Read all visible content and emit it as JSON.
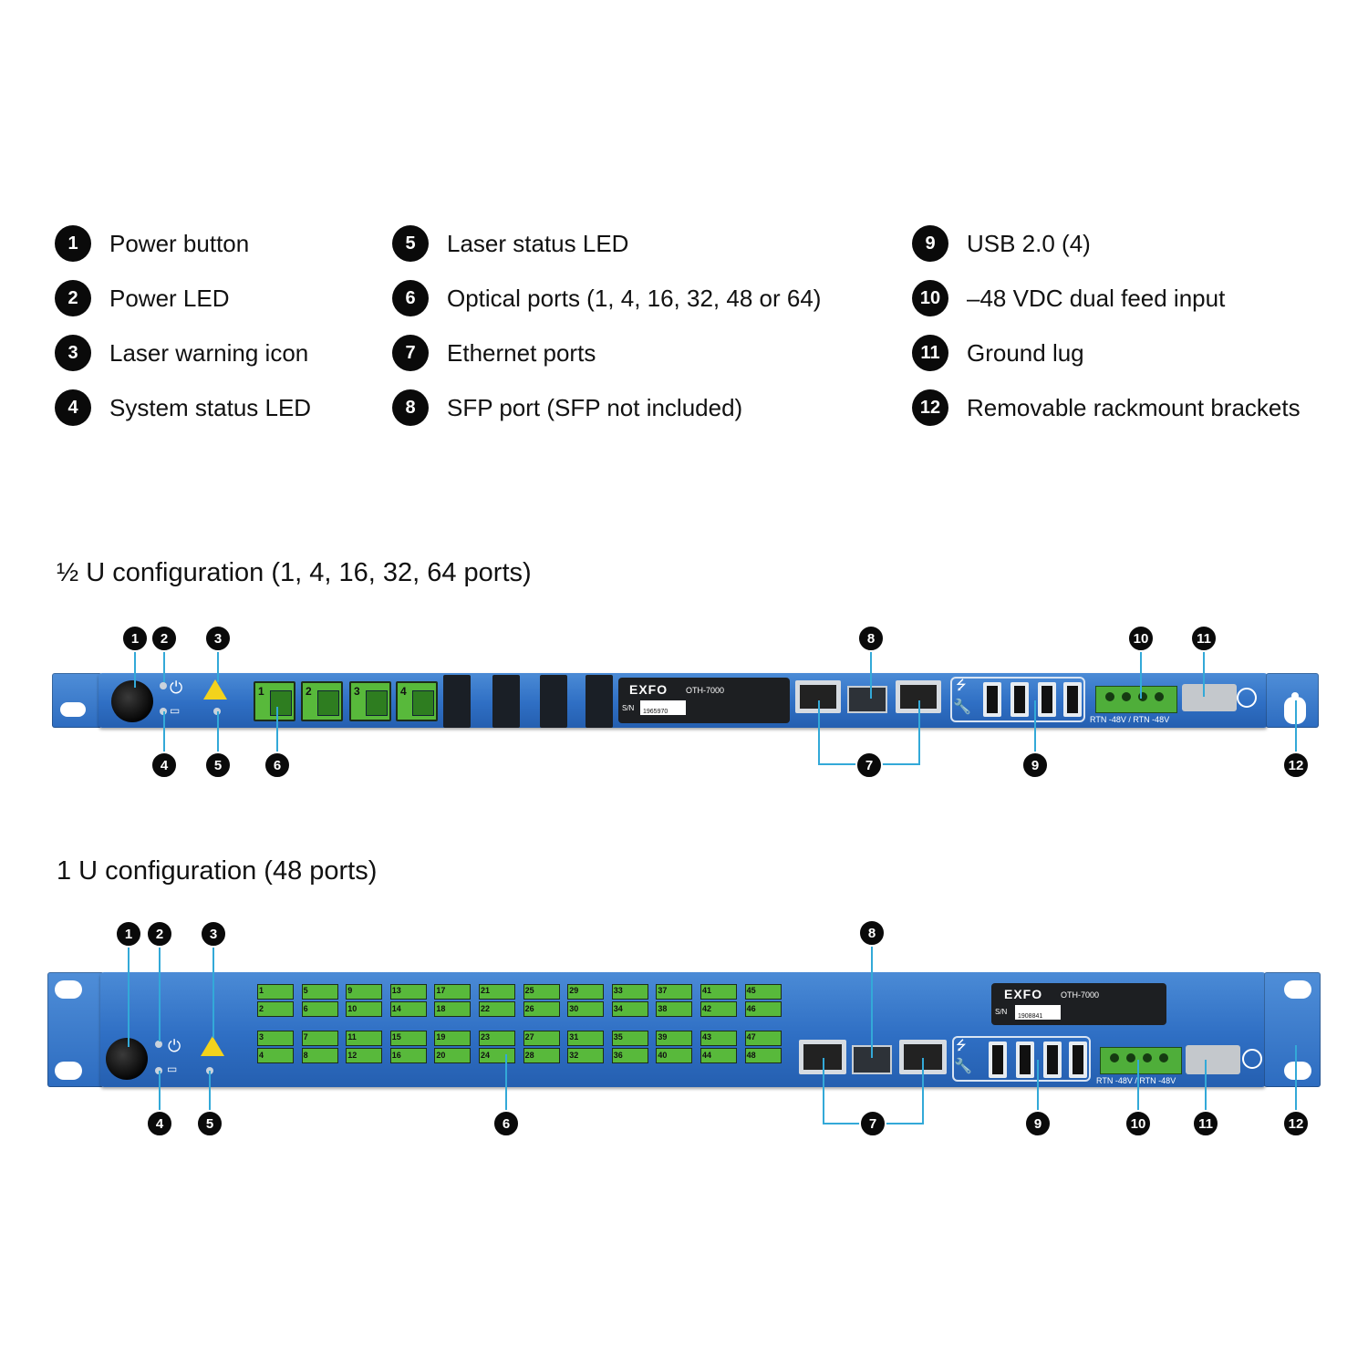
{
  "legend": [
    {
      "num": "1",
      "label": "Power button"
    },
    {
      "num": "2",
      "label": "Power LED"
    },
    {
      "num": "3",
      "label": "Laser warning icon"
    },
    {
      "num": "4",
      "label": "System status LED"
    },
    {
      "num": "5",
      "label": "Laser status LED"
    },
    {
      "num": "6",
      "label": "Optical ports (1, 4, 16, 32, 48 or 64)"
    },
    {
      "num": "7",
      "label": "Ethernet ports"
    },
    {
      "num": "8",
      "label": "SFP port (SFP not included)"
    },
    {
      "num": "9",
      "label": "USB 2.0 (4)"
    },
    {
      "num": "10",
      "label": "–48 VDC dual feed input"
    },
    {
      "num": "11",
      "label": "Ground lug"
    },
    {
      "num": "12",
      "label": "Removable rackmount brackets"
    }
  ],
  "half_u": {
    "title": "½ U configuration (1, 4, 16, 32, 64 ports)",
    "ports": [
      "1",
      "2",
      "3",
      "4"
    ],
    "brand": "EXFO",
    "model": "OTH-7000",
    "sn_label": "S/N",
    "sn": "1965970",
    "dc_label": "RTN -48V / RTN -48V",
    "callouts": [
      "1",
      "2",
      "3",
      "4",
      "5",
      "6",
      "7",
      "8",
      "9",
      "10",
      "11",
      "12"
    ]
  },
  "one_u": {
    "title": "1 U configuration (48 ports)",
    "port_pairs": [
      [
        "1",
        "2"
      ],
      [
        "5",
        "6"
      ],
      [
        "9",
        "10"
      ],
      [
        "13",
        "14"
      ],
      [
        "17",
        "18"
      ],
      [
        "21",
        "22"
      ],
      [
        "25",
        "26"
      ],
      [
        "29",
        "30"
      ],
      [
        "33",
        "34"
      ],
      [
        "37",
        "38"
      ],
      [
        "41",
        "42"
      ],
      [
        "45",
        "46"
      ],
      [
        "3",
        "4"
      ],
      [
        "7",
        "8"
      ],
      [
        "11",
        "12"
      ],
      [
        "15",
        "16"
      ],
      [
        "19",
        "20"
      ],
      [
        "23",
        "24"
      ],
      [
        "27",
        "28"
      ],
      [
        "31",
        "32"
      ],
      [
        "35",
        "36"
      ],
      [
        "39",
        "40"
      ],
      [
        "43",
        "44"
      ],
      [
        "47",
        "48"
      ]
    ],
    "brand": "EXFO",
    "model": "OTH-7000",
    "sn_label": "S/N",
    "sn": "1908841",
    "dc_label": "RTN -48V / RTN -48V",
    "callouts": [
      "1",
      "2",
      "3",
      "4",
      "5",
      "6",
      "7",
      "8",
      "9",
      "10",
      "11",
      "12"
    ]
  },
  "colors": {
    "chassis": "#2f6fc4",
    "port": "#58b93b",
    "leader": "#33a9d8"
  }
}
